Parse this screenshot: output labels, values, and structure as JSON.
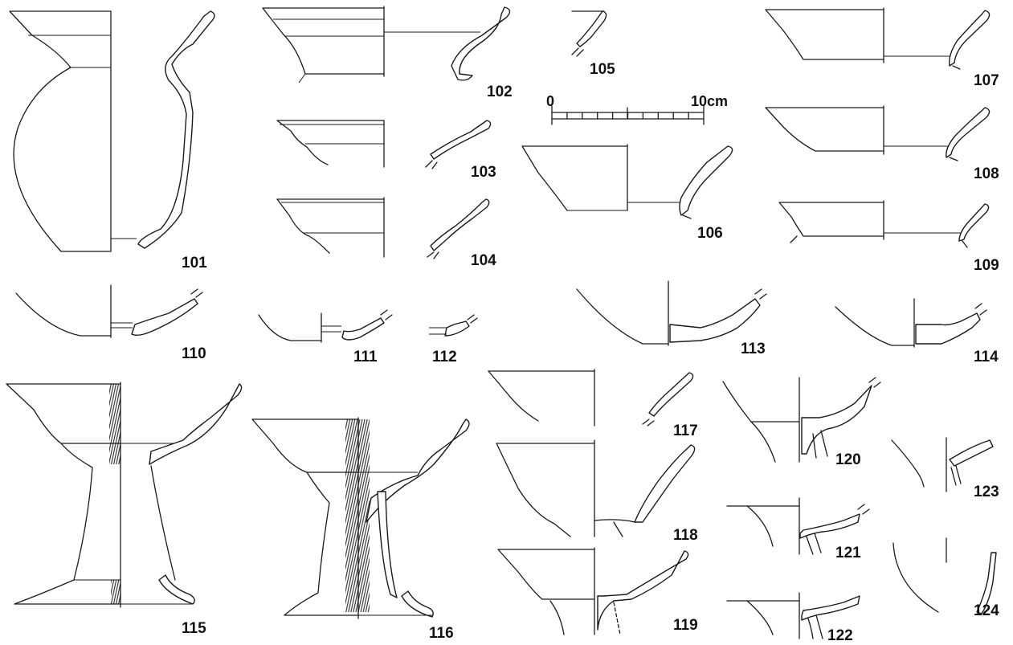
{
  "scale_bar": {
    "start_label": "0",
    "end_label": "10cm"
  },
  "figures": [
    {
      "id": "101",
      "label": "101"
    },
    {
      "id": "102",
      "label": "102"
    },
    {
      "id": "103",
      "label": "103"
    },
    {
      "id": "104",
      "label": "104"
    },
    {
      "id": "105",
      "label": "105"
    },
    {
      "id": "106",
      "label": "106"
    },
    {
      "id": "107",
      "label": "107"
    },
    {
      "id": "108",
      "label": "108"
    },
    {
      "id": "109",
      "label": "109"
    },
    {
      "id": "110",
      "label": "110"
    },
    {
      "id": "111",
      "label": "111"
    },
    {
      "id": "112",
      "label": "112"
    },
    {
      "id": "113",
      "label": "113"
    },
    {
      "id": "114",
      "label": "114"
    },
    {
      "id": "115",
      "label": "115"
    },
    {
      "id": "116",
      "label": "116"
    },
    {
      "id": "117",
      "label": "117"
    },
    {
      "id": "118",
      "label": "118"
    },
    {
      "id": "119",
      "label": "119"
    },
    {
      "id": "120",
      "label": "120"
    },
    {
      "id": "121",
      "label": "121"
    },
    {
      "id": "122",
      "label": "122"
    },
    {
      "id": "123",
      "label": "123"
    },
    {
      "id": "124",
      "label": "124"
    }
  ]
}
